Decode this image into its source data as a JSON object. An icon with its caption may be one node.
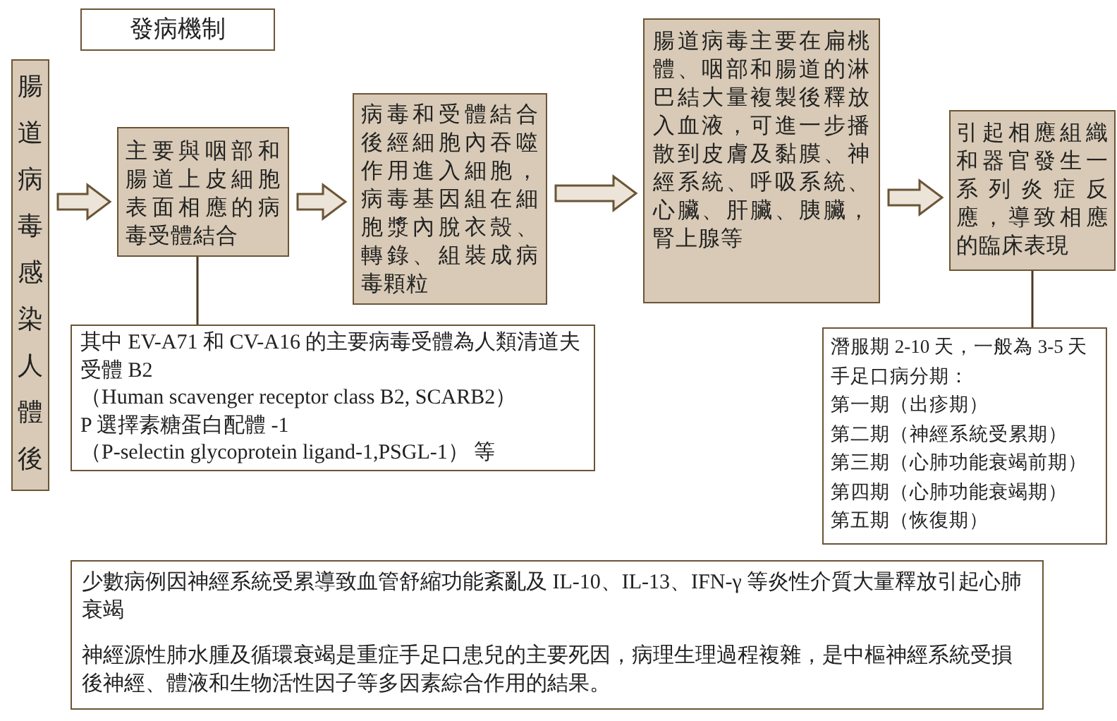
{
  "diagram": {
    "nodes": [
      {
        "text": [
          "發病機制"
        ]
      },
      {
        "text": [
          "腸道病毒感染人體後"
        ]
      },
      {
        "text": [
          "主要與咽部和腸道上皮細胞表面相應的病毒受體結合"
        ]
      },
      {
        "text": [
          "病毒和受體結合後經細胞內吞噬作用進入細胞，病毒基因組在細胞漿內脫衣殼、轉錄、組裝成病毒顆粒"
        ]
      },
      {
        "text": [
          "腸道病毒主要在扁桃體、咽部和腸道的淋巴結大量複製後釋放入血液，可進一步播散到皮膚及黏膜、神經系統、呼吸系統、心臟、肝臟、胰臟，腎上腺等"
        ]
      },
      {
        "text": [
          "引起相應組織和器官發生一系列炎症反應，導致相應的臨床表現"
        ]
      },
      {
        "text": [
          "其中 EV-A71 和 CV-A16 的主要病毒受體為人類清道夫受體 B2",
          "（Human scavenger receptor class B2, SCARB2）",
          "P 選擇素糖蛋白配體 -1",
          "（P-selectin glycoprotein ligand-1,PSGL-1） 等"
        ]
      },
      {
        "text": [
          "潛服期 2-10 天，一般為 3-5 天",
          "手足口病分期：",
          "第一期（出疹期）",
          "第二期（神經系統受累期）",
          "第三期（心肺功能衰竭前期）",
          "第四期（心肺功能衰竭期）",
          "第五期（恢復期）"
        ]
      },
      {
        "text": [
          "少數病例因神經系統受累導致血管舒縮功能紊亂及 IL-10、IL-13、IFN-γ 等炎性介質大量釋放引起心肺衰竭",
          "神經源性肺水腫及循環衰竭是重症手足口患兒的主要死因，病理生理過程複雜，是中樞神經系統受損後神經、體液和生物活性因子等多因素綜合作用的結果。"
        ]
      }
    ],
    "edges": [
      {
        "from": 1,
        "to": 2,
        "arrow": "to"
      },
      {
        "from": 2,
        "to": 3,
        "arrow": "to"
      },
      {
        "from": 3,
        "to": 4,
        "arrow": "to"
      },
      {
        "from": 4,
        "to": 5,
        "arrow": "to"
      },
      {
        "from": 2,
        "to": 6,
        "arrow": "none"
      },
      {
        "from": 5,
        "to": 7,
        "arrow": "none"
      }
    ]
  }
}
